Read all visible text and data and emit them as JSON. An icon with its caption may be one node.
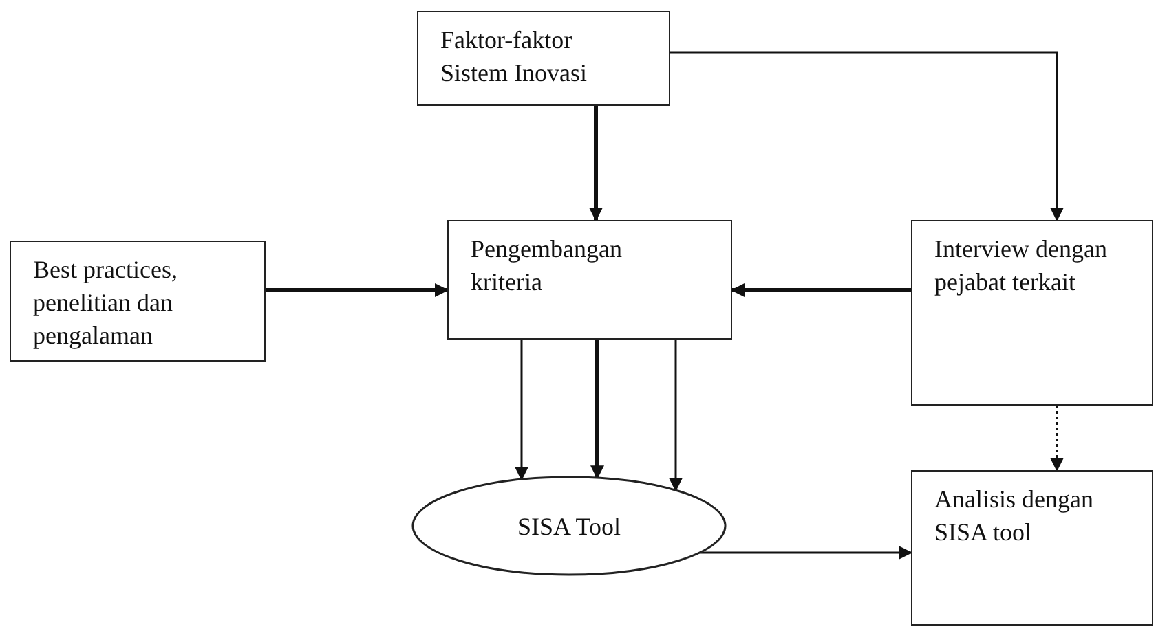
{
  "diagram": {
    "nodes": [
      {
        "text": [
          "Faktor-faktor Sistem Inovasi"
        ]
      },
      {
        "text": [
          "Best practices, penelitian dan pengalaman"
        ]
      },
      {
        "text": [
          "Pengembangan kriteria"
        ]
      },
      {
        "text": [
          "Interview dengan pejabat terkait"
        ]
      },
      {
        "text": [
          "SISA Tool"
        ]
      },
      {
        "text": [
          "Analisis dengan SISA tool"
        ]
      }
    ],
    "edges": [
      {
        "from": 0,
        "to": 2,
        "arrow": "to",
        "style": "thick"
      },
      {
        "from": 0,
        "to": 3,
        "arrow": "to"
      },
      {
        "from": 1,
        "to": 2,
        "arrow": "to",
        "style": "thick"
      },
      {
        "from": 3,
        "to": 2,
        "arrow": "to",
        "style": "thick"
      },
      {
        "from": 2,
        "to": 4,
        "arrow": "to"
      },
      {
        "from": 2,
        "to": 4,
        "arrow": "to",
        "style": "thick"
      },
      {
        "from": 2,
        "to": 4,
        "arrow": "to"
      },
      {
        "from": 3,
        "to": 5,
        "arrow": "to",
        "style": "dashed"
      },
      {
        "from": 4,
        "to": 5,
        "arrow": "to"
      }
    ]
  }
}
